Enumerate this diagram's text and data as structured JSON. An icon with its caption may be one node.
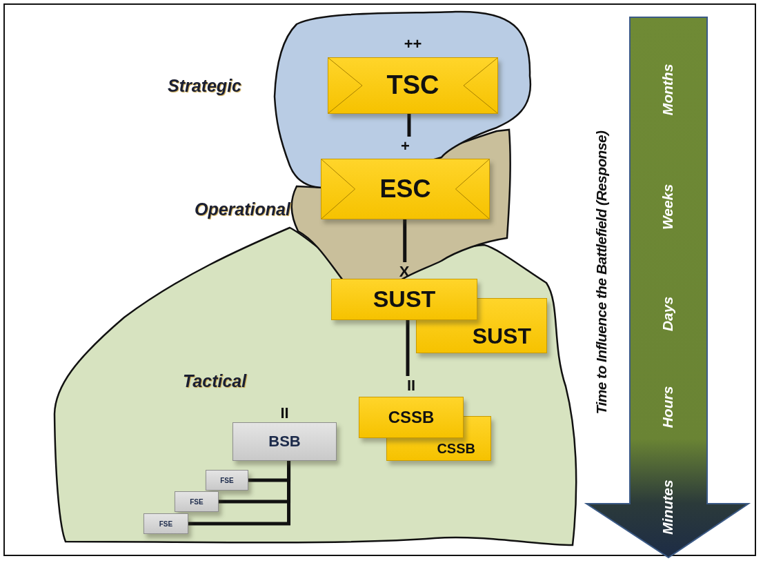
{
  "diagram": {
    "nodes": [
      {
        "text": [
          "Strategic"
        ]
      },
      {
        "text": [
          "Operational"
        ]
      },
      {
        "text": [
          "Tactical"
        ]
      },
      {
        "text": [
          "TSC"
        ],
        "in": 0,
        "beside": [
          "++"
        ]
      },
      {
        "text": [
          "ESC"
        ],
        "in": 1,
        "beside": [
          "+"
        ]
      },
      {
        "text": [
          "SUST"
        ],
        "in": 2,
        "beside": [
          "X"
        ]
      },
      {
        "text": [
          "SUST"
        ],
        "in": 2
      },
      {
        "text": [
          "CSSB"
        ],
        "in": 2,
        "beside": [
          "II"
        ]
      },
      {
        "text": [
          "CSSB"
        ],
        "in": 2
      },
      {
        "text": [
          "BSB"
        ],
        "in": 2,
        "beside": [
          "II"
        ]
      },
      {
        "text": [
          "FSE"
        ],
        "in": 2
      },
      {
        "text": [
          "FSE"
        ],
        "in": 2
      },
      {
        "text": [
          "FSE"
        ],
        "in": 2
      },
      {
        "text": [
          "Months",
          "Weeks",
          "Days",
          "Hours",
          "Minutes"
        ],
        "beside": [
          "Time to Influence the Battlefield (Response)"
        ]
      }
    ],
    "edges": [
      {
        "from": 3,
        "to": 4,
        "arrow": "none"
      },
      {
        "from": 4,
        "to": 5,
        "arrow": "none"
      },
      {
        "from": 5,
        "to": 7,
        "arrow": "none"
      },
      {
        "from": 9,
        "to": 10,
        "arrow": "none"
      },
      {
        "from": 9,
        "to": 11,
        "arrow": "none"
      },
      {
        "from": 9,
        "to": 12,
        "arrow": "none"
      }
    ]
  }
}
